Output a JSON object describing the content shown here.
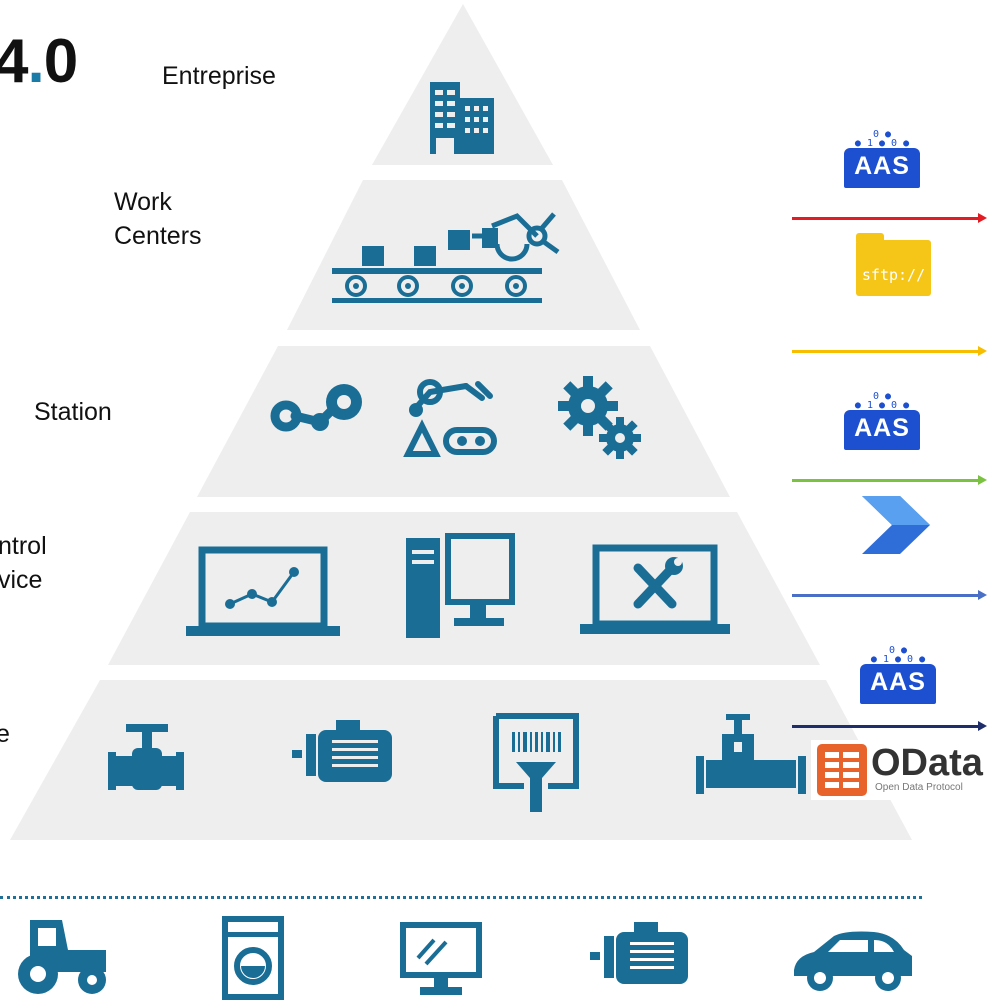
{
  "title": {
    "main": "4",
    "dot": ".",
    "minor": "0"
  },
  "levels": {
    "enterprise": "Entreprise",
    "work_centers": "Work\nCenters",
    "station": "Station",
    "control_device": "ntrol\nvice",
    "field_device": "e"
  },
  "badges": {
    "aas_label": "AAS",
    "aas_bits": "0 ●\n● 1 ● 0 ●",
    "sftp_label": "sftp://",
    "odata_name": "OData",
    "odata_sub": "Open Data Protocol"
  },
  "colors": {
    "pyramid": "#eeeeee",
    "icon": "#1a6e96",
    "aas_blue": "#1d4fd1",
    "arrow_red": "#e31b23",
    "arrow_yellow": "#f7be00",
    "arrow_green": "#7cc242",
    "arrow_blue": "#4a6fc7",
    "arrow_navy": "#1f2d6b",
    "odata_orange": "#e8632b"
  },
  "icons": {
    "enterprise": [
      "building-icon"
    ],
    "work_centers": [
      "conveyor-robot-icon"
    ],
    "station": [
      "robot-arm-icon",
      "assembly-robot-icon",
      "gears-icon"
    ],
    "control": [
      "laptop-chart-icon",
      "desktop-computer-icon",
      "laptop-tools-icon"
    ],
    "field": [
      "valve-icon",
      "motor-icon",
      "barcode-scanner-icon",
      "pipe-valve-icon"
    ],
    "products": [
      "tractor-icon",
      "washing-machine-icon",
      "monitor-icon",
      "motor-icon",
      "car-icon"
    ]
  }
}
